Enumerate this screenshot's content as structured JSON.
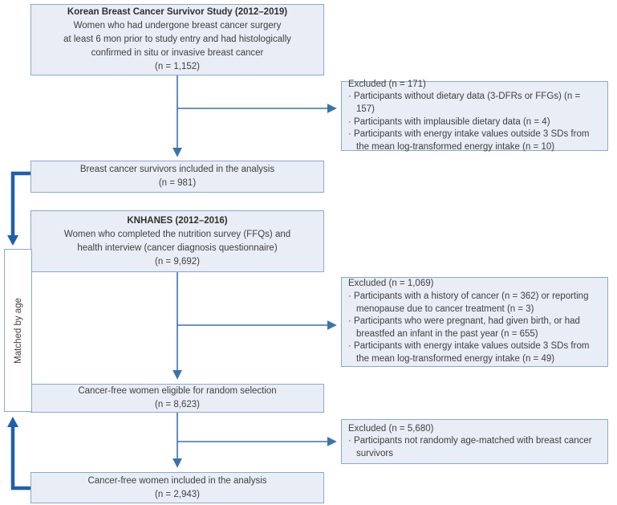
{
  "diagram": {
    "boxes": {
      "kbcss": {
        "title": "Korean Breast Cancer Survivor Study (2012–2019)",
        "lines": [
          "Women who had undergone breast cancer surgery",
          "at least 6 mon prior to study entry and had histologically",
          "confirmed in situ or invasive breast cancer",
          "(n = 1,152)"
        ]
      },
      "survivors_included": {
        "lines": [
          "Breast cancer survivors included in the analysis",
          "(n = 981)"
        ]
      },
      "knhanes": {
        "title": "KNHANES (2012–2016)",
        "lines": [
          "Women who completed the nutrition survey (FFQs) and",
          "health interview (cancer diagnosis questionnaire)",
          "(n = 9,692)"
        ]
      },
      "cancer_free_eligible": {
        "lines": [
          "Cancer-free women eligible for random selection",
          "(n = 8,623)"
        ]
      },
      "cancer_free_included": {
        "lines": [
          "Cancer-free women included in the analysis",
          "(n = 2,943)"
        ]
      }
    },
    "excluded": {
      "first": {
        "header": "Excluded (n = 171)",
        "items": [
          "Participants without dietary data (3-DFRs or FFGs) (n = 157)",
          "Participants with implausible dietary data (n = 4)",
          "Participants with energy intake values outside 3 SDs from the mean log-transformed energy intake (n = 10)"
        ]
      },
      "second": {
        "header": "Excluded (n = 1,069)",
        "items": [
          "Participants with a history of cancer (n = 362) or reporting menopause due to cancer treatment (n = 3)",
          "Participants who were pregnant, had given birth, or had breastfed an infant in the past year (n = 655)",
          "Participants with energy intake values outside 3 SDs from the mean log-transformed energy intake (n = 49)"
        ]
      },
      "third": {
        "header": "Excluded (n = 5,680)",
        "items": [
          "Participants not randomly age-matched with breast cancer survivors"
        ]
      }
    },
    "labels": {
      "matched_by_age": "Matched by age"
    },
    "colors": {
      "box_fill": "#e9edf6",
      "box_border": "#8aa9d0",
      "thin_arrow": "#3b72ad",
      "thick_arrow": "#1e5fae",
      "text": "#404040"
    }
  }
}
